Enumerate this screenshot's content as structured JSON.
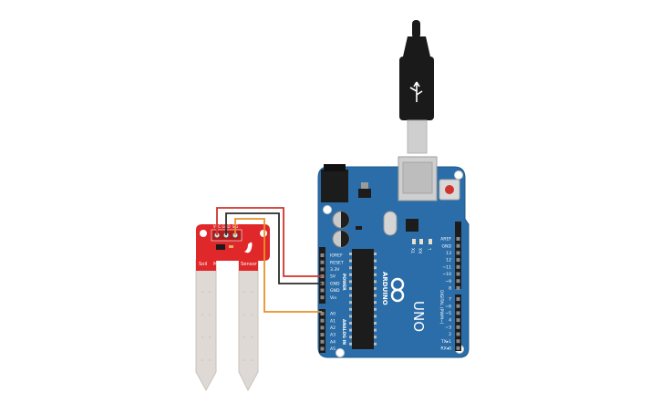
{
  "sensor": {
    "label_soil": "Soil",
    "label_moisture": "Moisture",
    "label_sensor": "Sensor",
    "pin_vcc": "VCC",
    "pin_gnd": "GND",
    "pin_sig": "SIG"
  },
  "arduino": {
    "brand": "ARDUINO",
    "model": "UNO",
    "power_header_title": "POWER",
    "analog_header_title": "ANALOG IN",
    "digital_header_title": "DIGITAL (PWM~)",
    "power_pins": [
      "IOREF",
      "RESET",
      "3.3V",
      "5V",
      "GND",
      "GND",
      "Vin"
    ],
    "analog_pins": [
      "A0",
      "A1",
      "A2",
      "A3",
      "A4",
      "A5"
    ],
    "digital_top_pins": [
      "AREF",
      "GND",
      "13",
      "12",
      "~11",
      "~10",
      "~9",
      "8"
    ],
    "digital_bottom_pins": [
      "7",
      "~6",
      "~5",
      "4",
      "~3",
      "2",
      "TX▸1",
      "RX◂0"
    ],
    "led_labels": [
      "TX",
      "RX",
      "L"
    ]
  },
  "colors": {
    "board": "#2a6da8",
    "board_dark": "#1f5a8c",
    "sensor_red": "#e0272a",
    "wire_red": "#d0342c",
    "wire_black": "#2b2b2b",
    "wire_orange": "#e8912a",
    "probe": "#ded9d4",
    "usb_black": "#1a1a1a",
    "usb_metal": "#cfcfcf"
  }
}
